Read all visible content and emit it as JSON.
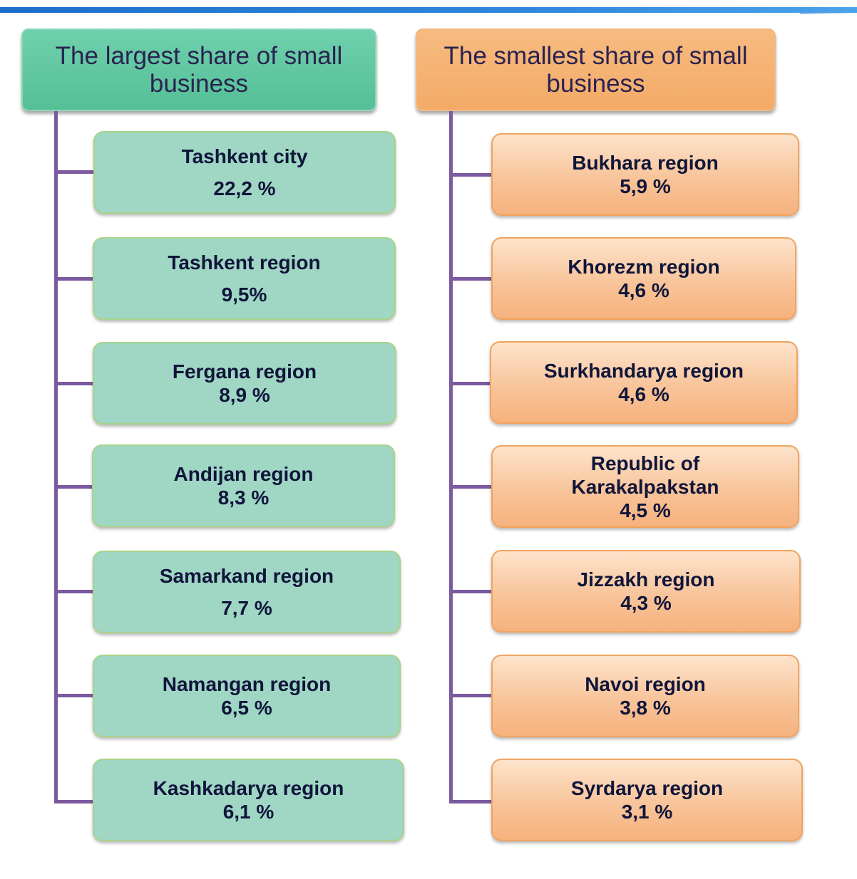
{
  "left_header": "The largest share of small business",
  "right_header": "The smallest share of small business",
  "largest": [
    {
      "name": "Tashkent city",
      "value": "22,2 %"
    },
    {
      "name": "Tashkent  region",
      "value": "9,5%"
    },
    {
      "name": "Fergana region",
      "value": "8,9 %"
    },
    {
      "name": "Andijan region",
      "value": "8,3 %"
    },
    {
      "name": "Samarkand region",
      "value": "7,7 %"
    },
    {
      "name": "Namangan region",
      "value": "6,5 %"
    },
    {
      "name": "Kashkadarya region",
      "value": "6,1 %"
    }
  ],
  "smallest": [
    {
      "name": "Bukhara region",
      "value": "5,9 %"
    },
    {
      "name": "Khorezm region",
      "value": "4,6 %"
    },
    {
      "name": "Surkhandarya region",
      "value": "4,6 %"
    },
    {
      "name_line1": "Republic of",
      "name_line2": "Karakalpakstan",
      "value": "4,5 %"
    },
    {
      "name": "Jizzakh region",
      "value": "4,3 %"
    },
    {
      "name": "Navoi region",
      "value": "3,8 %"
    },
    {
      "name": "Syrdarya region",
      "value": "3,1 %"
    }
  ],
  "colors": {
    "accent_rule": "#2f86dc",
    "connector": "#7b5aa0",
    "left_header_fill": "#5ec59e",
    "left_box_fill": "#9fd6c4",
    "right_header_fill": "#f5b273",
    "right_box_fill": "#f8c49a",
    "text_dark": "#10153a"
  }
}
